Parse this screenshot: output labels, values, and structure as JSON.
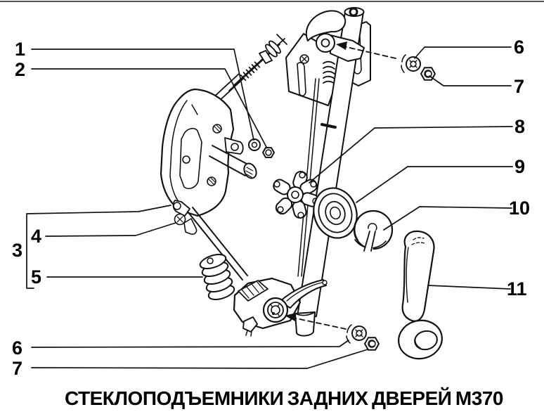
{
  "figure": {
    "caption_words": [
      "СТЕКЛОПОДЪЕМНИКИ",
      "ЗАДНИХ",
      "ДВЕРЕЙ",
      "М370"
    ],
    "caption_full": "СТЕКЛОПОДЪЕМНИКИ ЗАДНИХ ДВЕРЕЙ М370"
  },
  "colors": {
    "ink": "#000000",
    "paper": "#ffffff"
  },
  "callouts": [
    {
      "label": "1"
    },
    {
      "label": "2"
    },
    {
      "label": "3"
    },
    {
      "label": "4"
    },
    {
      "label": "5"
    },
    {
      "label": "6"
    },
    {
      "label": "7"
    },
    {
      "label": "8"
    },
    {
      "label": "9"
    },
    {
      "label": "10"
    },
    {
      "label": "11"
    },
    {
      "label": "6"
    },
    {
      "label": "7"
    }
  ]
}
